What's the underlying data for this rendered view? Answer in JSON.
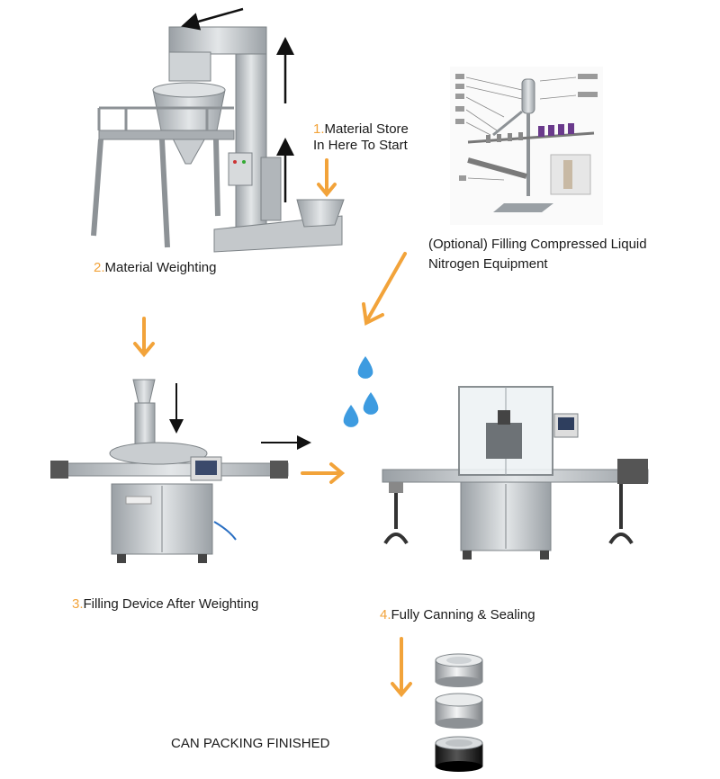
{
  "steps": [
    {
      "num": "1.",
      "text": "Material Store"
    },
    {
      "text": "In Here To Start"
    },
    {
      "num": "2.",
      "text": "Material Weighting"
    },
    {
      "num": "3.",
      "text": "Filling Device After Weighting"
    },
    {
      "num": "4.",
      "text": "Fully Canning & Sealing"
    }
  ],
  "optional": {
    "line1": "(Optional) Filling Compressed Liquid",
    "line2": "Nitrogen Equipment"
  },
  "finish": {
    "text": "CAN PACKING FINISHED"
  },
  "colors": {
    "accent": "#f2a33a",
    "steel": "#b9bdc1",
    "steel_dark": "#7d8387",
    "drop": "#3d9be0"
  }
}
